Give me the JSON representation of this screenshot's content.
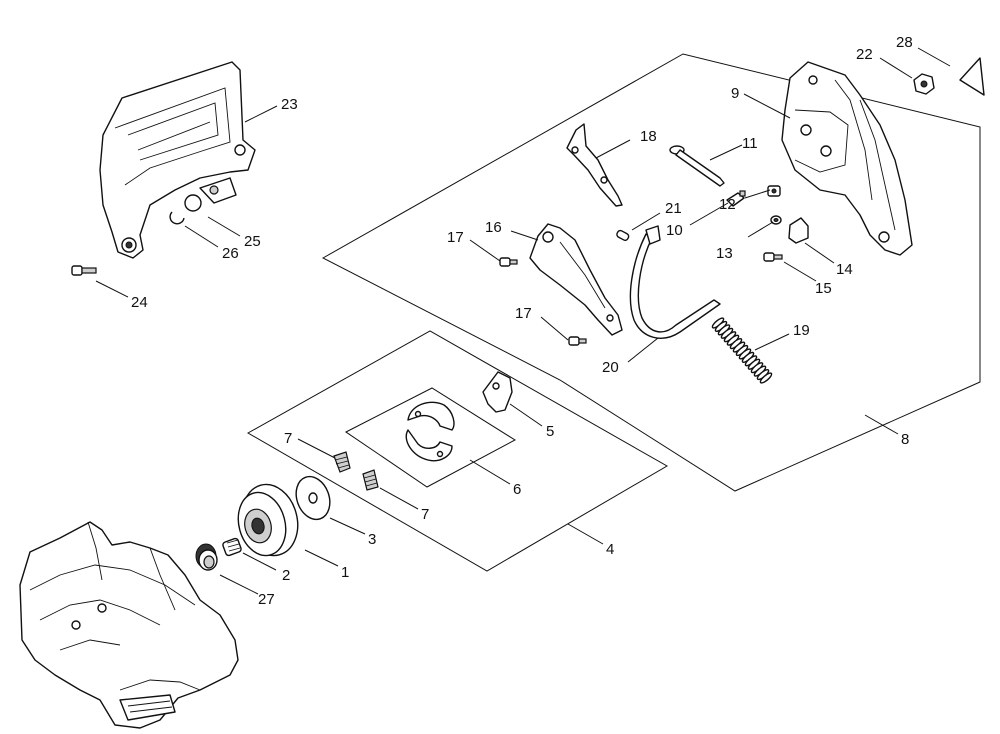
{
  "callouts": {
    "c1": "1",
    "c2": "2",
    "c3": "3",
    "c4": "4",
    "c5": "5",
    "c6": "6",
    "c7a": "7",
    "c7b": "7",
    "c8": "8",
    "c9": "9",
    "c10": "10",
    "c11": "11",
    "c12": "12",
    "c13": "13",
    "c14": "14",
    "c15": "15",
    "c16": "16",
    "c17a": "17",
    "c17b": "17",
    "c18": "18",
    "c19": "19",
    "c20": "20",
    "c21": "21",
    "c22": "22",
    "c23": "23",
    "c24": "24",
    "c25": "25",
    "c26": "26",
    "c27": "27",
    "c28": "28"
  }
}
